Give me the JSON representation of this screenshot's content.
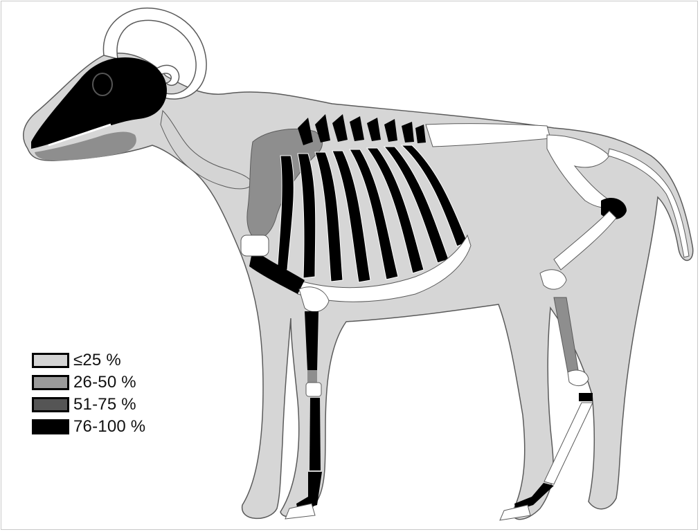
{
  "legend": {
    "items": [
      {
        "label": "≤25 %",
        "color": "#d4d4d4"
      },
      {
        "label": "26-50 %",
        "color": "#9a9a9a"
      },
      {
        "label": "51-75 %",
        "color": "#555555"
      },
      {
        "label": "76-100 %",
        "color": "#000000"
      }
    ]
  },
  "colors": {
    "body_fill": "#d6d6d6",
    "outline": "#5a5a5a",
    "bone_white": "#ffffff",
    "level_25": "#d4d4d4",
    "level_50": "#9a9a9a",
    "level_75": "#555555",
    "level_100": "#000000"
  }
}
